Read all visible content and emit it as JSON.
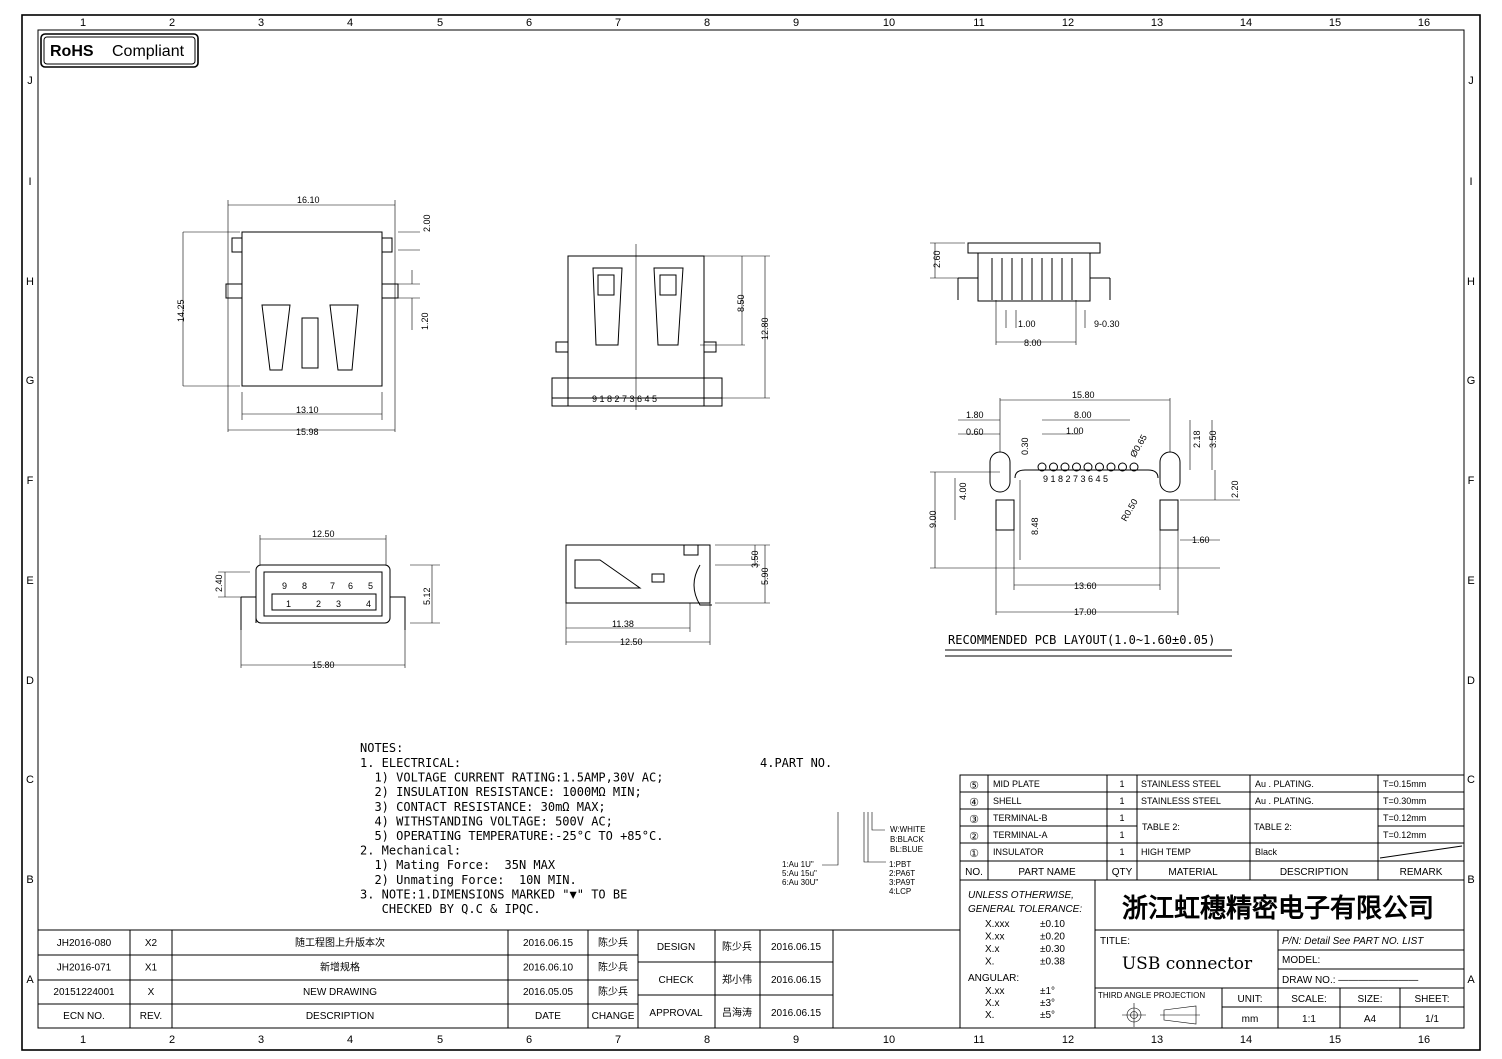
{
  "rohs": {
    "brand": "RoHS",
    "label": "Compliant"
  },
  "grid": {
    "columns": [
      "1",
      "2",
      "3",
      "4",
      "5",
      "6",
      "7",
      "8",
      "9",
      "10",
      "11",
      "12",
      "13",
      "14",
      "15",
      "16"
    ],
    "rows": [
      "J",
      "I",
      "H",
      "G",
      "F",
      "E",
      "D",
      "C",
      "B",
      "A"
    ]
  },
  "views": {
    "top": {
      "dims": [
        "16.10",
        "2.00",
        "14.25",
        "1.20",
        "13.10",
        "15.98"
      ]
    },
    "front": {
      "dims": [
        "8.50",
        "12.80"
      ],
      "pins": "9 1 8 2 7 3 6 4 5"
    },
    "side_top": {
      "dims": [
        "2.60",
        "1.00",
        "9-0.30",
        "8.00"
      ]
    },
    "mating_face": {
      "dims": [
        "12.50",
        "2.40",
        "5.12",
        "15.80"
      ],
      "pins_top": [
        "9",
        "8",
        "7",
        "6",
        "5"
      ],
      "pins_bottom": [
        "1",
        "2",
        "3",
        "4"
      ]
    },
    "side": {
      "dims": [
        "3.50",
        "5.90",
        "11.38",
        "12.50"
      ]
    },
    "pcb": {
      "dims": [
        "15.80",
        "1.80",
        "0.60",
        "8.00",
        "1.00",
        "0.30",
        "Ø0.65",
        "2.18",
        "3.50",
        "4.00",
        "9.00",
        "8.48",
        "R0.50",
        "2.20",
        "1.60",
        "13.60",
        "17.00"
      ],
      "pins": "9 1 8 2 7 3 6 4 5",
      "caption": "RECOMMENDED PCB LAYOUT(1.0~1.60±0.05)"
    }
  },
  "notes": {
    "heading": "NOTES:",
    "lines": [
      "1. ELECTRICAL:",
      "  1) VOLTAGE CURRENT RATING:1.5AMP,30V AC;",
      "  2) INSULATION RESISTANCE: 1000MΩ MIN;",
      "  3) CONTACT RESISTANCE: 30mΩ MAX;",
      "  4) WITHSTANDING VOLTAGE: 500V AC;",
      "  5) OPERATING TEMPERATURE:-25°C TO +85°C.",
      "2. Mechanical:",
      "  1) Mating Force:  35N MAX",
      "  2) Unmating Force:  10N MIN.",
      "3. NOTE:1.DIMENSIONS MARKED \"▼\" TO BE",
      "   CHECKED BY Q.C & IPQC."
    ]
  },
  "part_no": {
    "heading": "4.PART NO.",
    "color_options": [
      "W:WHITE",
      "B:BLACK",
      "BL:BLUE"
    ],
    "plating_options": [
      "1:Au 1U\"",
      "5:Au 15u\"",
      "6:Au 30U\""
    ],
    "material_options": [
      "1:PBT",
      "2:PA6T",
      "3:PA9T",
      "4:LCP"
    ]
  },
  "parts_table": {
    "rows": [
      {
        "no": "⑤",
        "name": "MID PLATE",
        "qty": "1",
        "material": "STAINLESS STEEL",
        "description": "Au . PLATING.",
        "remark": "T=0.15mm"
      },
      {
        "no": "④",
        "name": "SHELL",
        "qty": "1",
        "material": "STAINLESS STEEL",
        "description": "Au . PLATING.",
        "remark": "T=0.30mm"
      },
      {
        "no": "③",
        "name": "TERMINAL-B",
        "qty": "1",
        "material": "TABLE 2:",
        "description": "TABLE 2:",
        "remark": "T=0.12mm"
      },
      {
        "no": "②",
        "name": "TERMINAL-A",
        "qty": "1",
        "material": "",
        "description": "",
        "remark": "T=0.12mm"
      },
      {
        "no": "①",
        "name": "INSULATOR",
        "qty": "1",
        "material": "HIGH TEMP",
        "description": "Black",
        "remark": ""
      }
    ],
    "headers": {
      "no": "NO.",
      "name": "PART NAME",
      "qty": "QTY",
      "material": "MATERIAL",
      "description": "DESCRIPTION",
      "remark": "REMARK"
    }
  },
  "tolerance": {
    "heading1": "UNLESS OTHERWISE,",
    "heading2": "GENERAL TOLERANCE:",
    "linear": [
      [
        "X.xxx",
        "±0.10"
      ],
      [
        "X.xx",
        "±0.20"
      ],
      [
        "X.x",
        "±0.30"
      ],
      [
        "X.",
        "±0.38"
      ]
    ],
    "angular_label": "ANGULAR:",
    "angular": [
      [
        "X.xx",
        "±1°"
      ],
      [
        "X.x",
        "±3°"
      ],
      [
        "X.",
        "±5°"
      ]
    ]
  },
  "title_block": {
    "company": "浙江虹穗精密电子有限公司",
    "title_label": "TITLE:",
    "title": "USB connector",
    "pn": "P/N: Detail See PART NO. LIST",
    "model": "MODEL:",
    "draw_no": "DRAW NO.: ————————",
    "projection": "THIRD ANGLE PROJECTION",
    "unit_label": "UNIT:",
    "unit": "mm",
    "scale_label": "SCALE:",
    "scale": "1:1",
    "size_label": "SIZE:",
    "size": "A4",
    "sheet_label": "SHEET:",
    "sheet": "1/1"
  },
  "revisions": {
    "rows": [
      {
        "ecn": "JH2016-080",
        "rev": "X2",
        "description": "随工程图上升版本次",
        "date": "2016.06.15",
        "change": "陈少兵"
      },
      {
        "ecn": "JH2016-071",
        "rev": "X1",
        "description": "新增规格",
        "date": "2016.06.10",
        "change": "陈少兵"
      },
      {
        "ecn": "20151224001",
        "rev": "X",
        "description": "NEW DRAWING",
        "date": "2016.05.05",
        "change": "陈少兵"
      }
    ],
    "headers": {
      "ecn": "ECN NO.",
      "rev": "REV.",
      "description": "DESCRIPTION",
      "date": "DATE",
      "change": "CHANGE"
    }
  },
  "signoff": [
    {
      "role": "DESIGN",
      "name": "陈少兵",
      "date": "2016.06.15"
    },
    {
      "role": "CHECK",
      "name": "郑小伟",
      "date": "2016.06.15"
    },
    {
      "role": "APPROVAL",
      "name": "吕海涛",
      "date": "2016.06.15"
    }
  ]
}
